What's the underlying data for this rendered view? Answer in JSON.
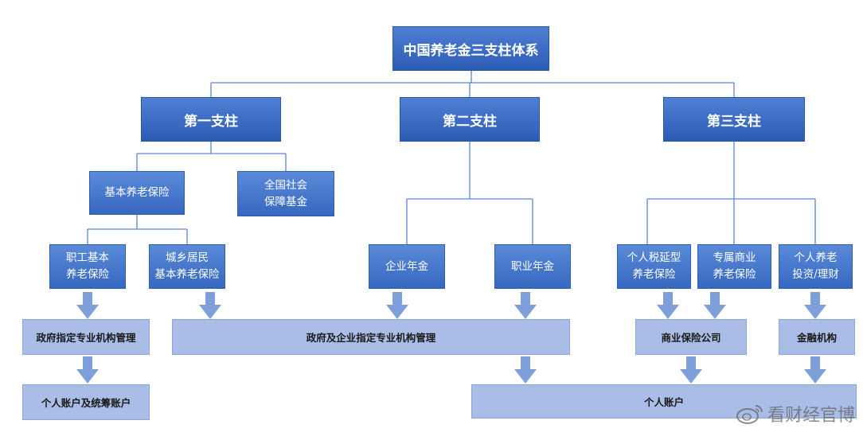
{
  "root": "中国养老金三支柱体系",
  "pillars": {
    "p1": "第一支柱",
    "p2": "第二支柱",
    "p3": "第三支柱"
  },
  "nodes": {
    "basic": "基本养老保险",
    "ssf": "全国社会\n保障基金",
    "worker": "职工基本\n养老保险",
    "resident": "城乡居民\n基本养老保险",
    "enterprise": "企业年金",
    "occupational": "职业年金",
    "taxdeferred": "个人税延型\n养老保险",
    "dedicated": "专属商业\n养老保险",
    "personalinv": "个人养老\n投资/理财"
  },
  "managers": {
    "gov": "政府指定专业机构管理",
    "govent": "政府及企业指定专业机构管理",
    "insurer": "商业保险公司",
    "financial": "金融机构"
  },
  "accounts": {
    "pooled": "个人账户及统筹账户",
    "personal": "个人账户"
  },
  "watermark": "看财经官博",
  "colors": {
    "dark_box": "#2c5bb4",
    "mid_box": "#3668c0",
    "light_box": "#a9bde6",
    "connector": "#5b86d3",
    "arrow": "#7f9fdb"
  }
}
